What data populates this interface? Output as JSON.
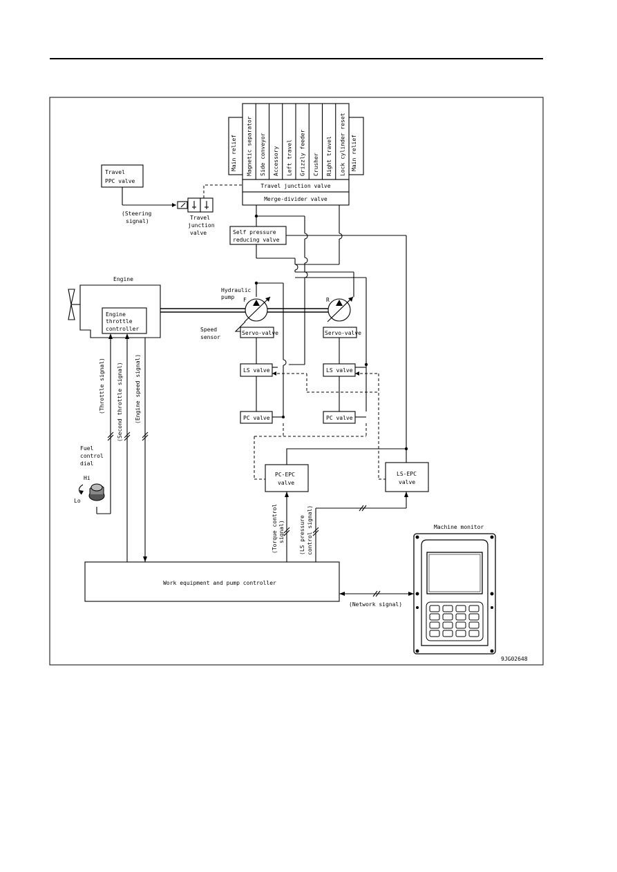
{
  "top_valves": [
    "Magnetic separator",
    "Side conveyor",
    "Accessory",
    "Left travel",
    "Grizzly feeder",
    "Crusher",
    "Right travel",
    "Lock cylinder reset"
  ],
  "main_relief": "Main relief",
  "labels": {
    "travel_junction_valve": "Travel junction valve",
    "merge_divider_valve": "Merge-divider valve",
    "travel_ppc_1": "Travel",
    "travel_ppc_2": "PPC valve",
    "steering_1": "(Steering",
    "steering_2": "signal)",
    "tjv_1": "Travel",
    "tjv_2": "junction",
    "tjv_3": "valve",
    "self_1": "Self pressure",
    "self_2": "reducing valve",
    "engine": "Engine",
    "etc_1": "Engine",
    "etc_2": "throttle",
    "etc_3": "controller",
    "hyd_1": "Hydraulic",
    "hyd_2": "pump",
    "pump_f": "F",
    "pump_r": "R",
    "speed_1": "Speed",
    "speed_2": "sensor",
    "servo": "Servo-valve",
    "ls_valve": "LS valve",
    "pc_valve": "PC valve",
    "throttle_signal": "(Throttle signal)",
    "second_throttle": "(Second throttle signal)",
    "engine_speed": "(Engine speed signal)",
    "fuel_1": "Fuel",
    "fuel_2": "control",
    "fuel_3": "dial",
    "hi": "Hi",
    "lo": "Lo",
    "pcepc_1": "PC-EPC",
    "pcepc_2": "valve",
    "lsepc_1": "LS-EPC",
    "lsepc_2": "valve",
    "torque_1": "(Torque control",
    "torque_2": "signal)",
    "lspress_1": "(LS pressure",
    "lspress_2": "control signal)",
    "controller": "Work equipment and pump controller",
    "machine_monitor": "Machine monitor",
    "network": "(Network signal)",
    "figure_code": "9JG02648"
  }
}
